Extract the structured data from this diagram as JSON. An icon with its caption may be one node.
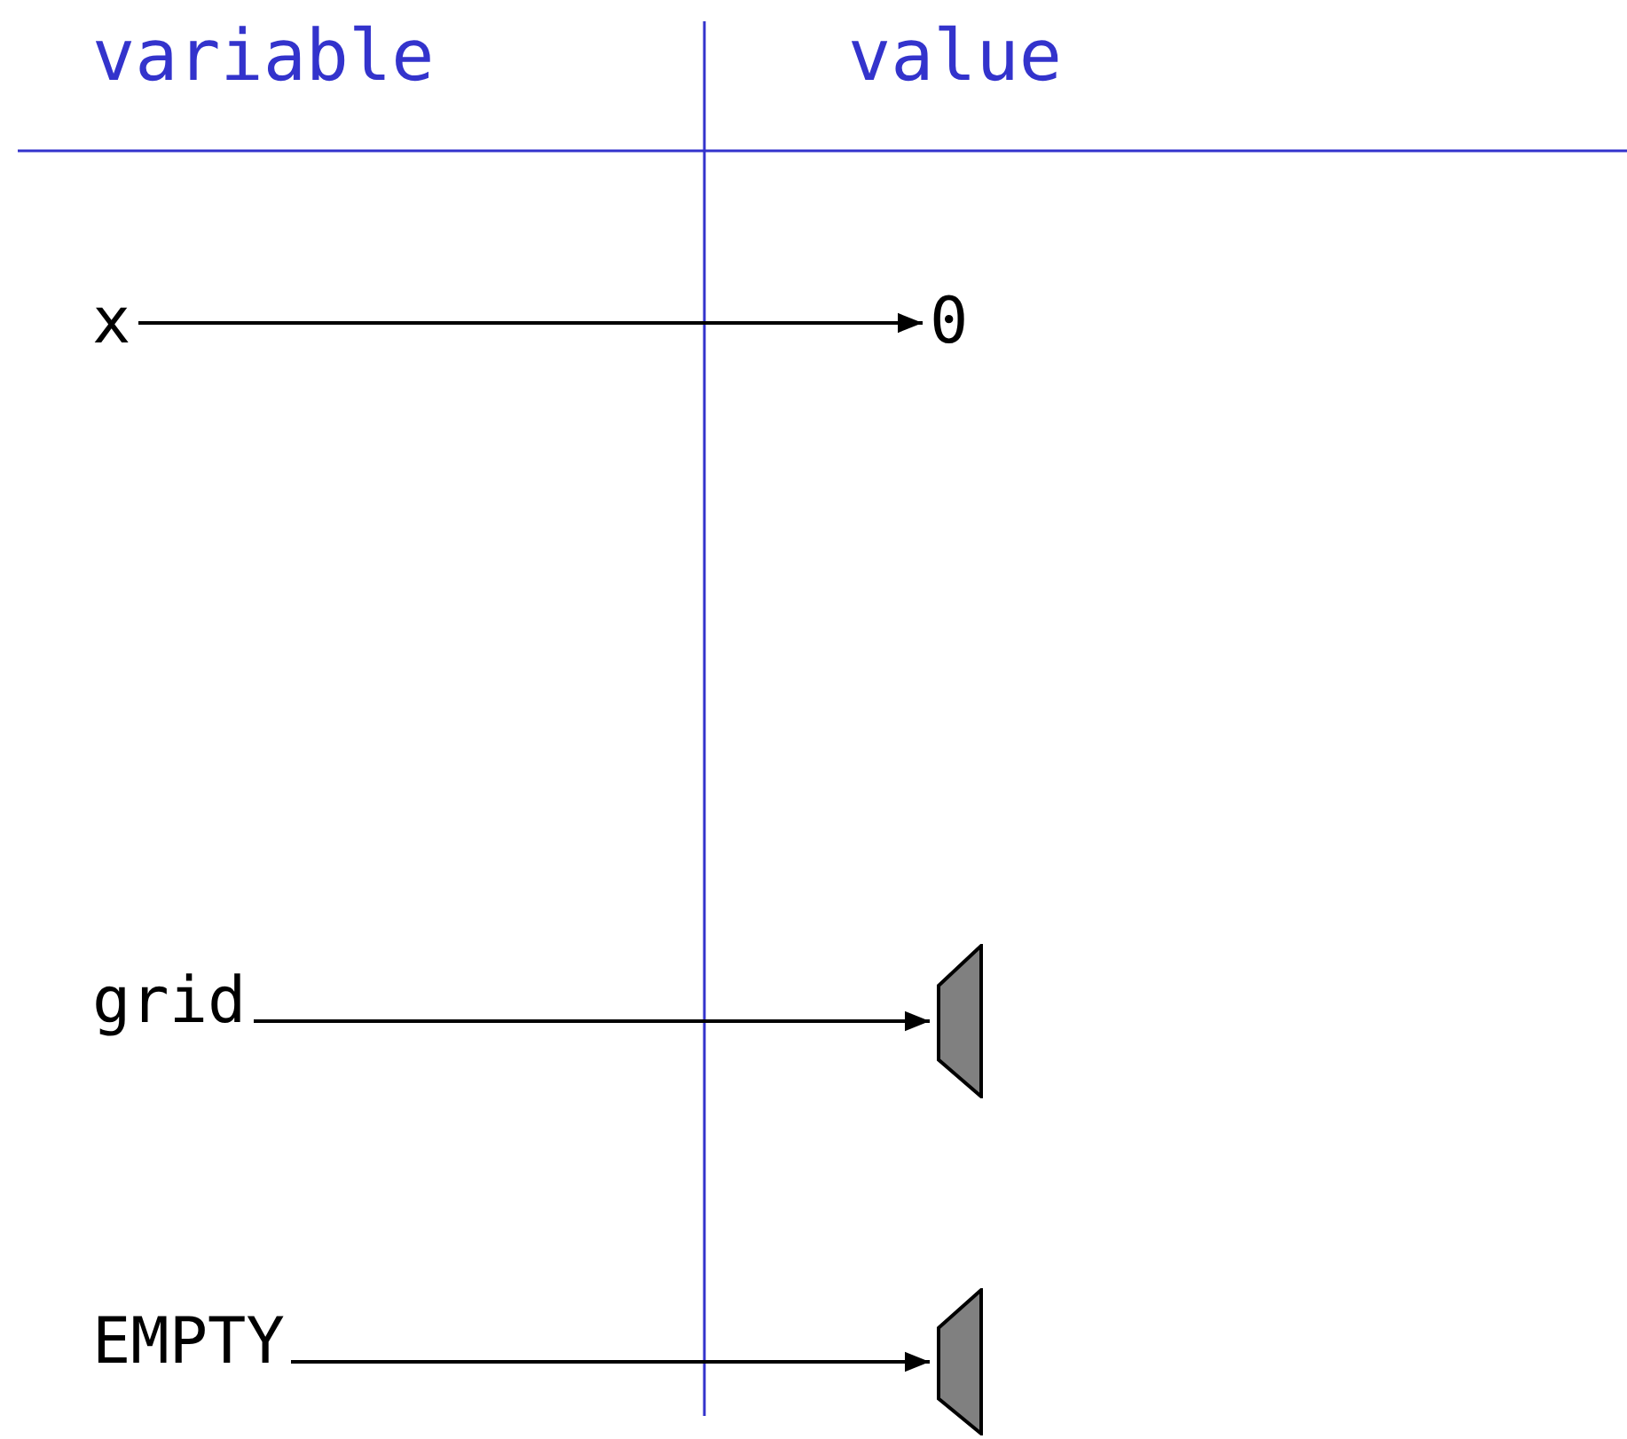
{
  "diagram": {
    "nodes": [
      {
        "text": [
          "x"
        ]
      },
      {
        "text": [
          "0"
        ]
      },
      {
        "text": [
          "grid"
        ]
      },
      {
        "text": [],
        "shape": "trapezoid"
      },
      {
        "text": [
          "EMPTY"
        ]
      },
      {
        "text": [],
        "shape": "trapezoid"
      }
    ],
    "edges": [
      {
        "from": 0,
        "to": 1,
        "arrow": "to"
      },
      {
        "from": 2,
        "to": 3,
        "arrow": "to"
      },
      {
        "from": 4,
        "to": 5,
        "arrow": "to"
      }
    ],
    "labels": [
      "variable",
      "value"
    ]
  }
}
